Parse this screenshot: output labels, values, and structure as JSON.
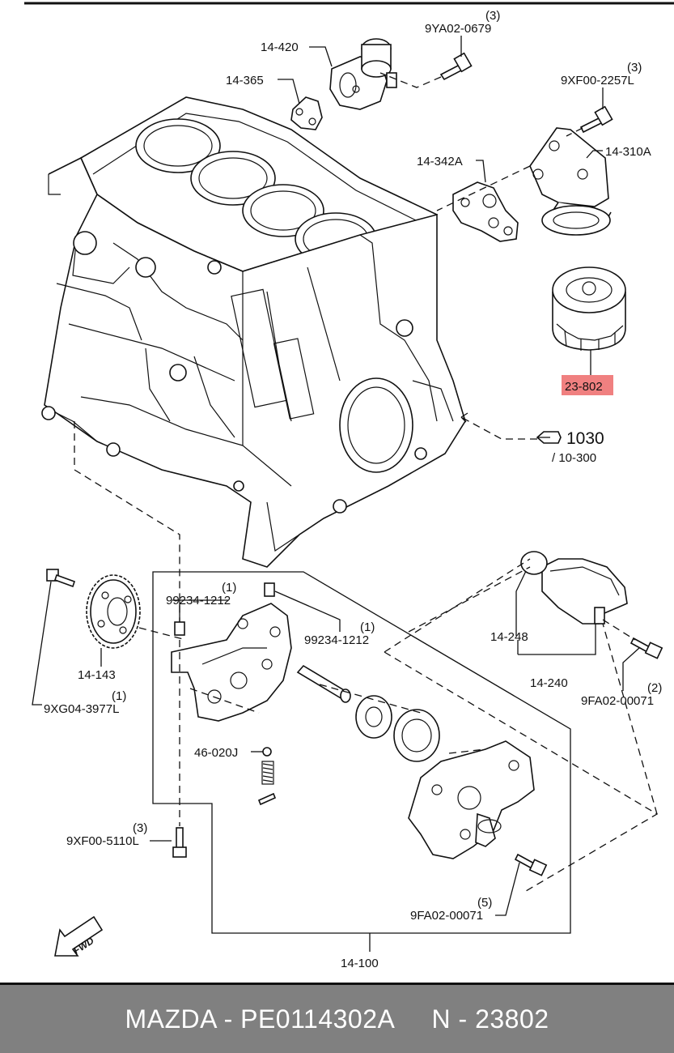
{
  "parts": {
    "p_14_420": "14-420",
    "p_14_365": "14-365",
    "p_9ya02_0679": "9YA02-0679",
    "p_9ya02_0679_qty": "(3)",
    "p_9xf00_2257l": "9XF00-2257L",
    "p_9xf00_2257l_qty": "(3)",
    "p_14_342a": "14-342A",
    "p_14_310a": "14-310A",
    "p_23_802": "23-802",
    "p_1030": "1030",
    "p_10_300": "/ 10-300",
    "p_99234_1212_a": "99234-1212",
    "p_99234_1212_a_qty": "(1)",
    "p_99234_1212_b": "99234-1212",
    "p_99234_1212_b_qty": "(1)",
    "p_14_143": "14-143",
    "p_9xg04_3977l": "9XG04-3977L",
    "p_9xg04_3977l_qty": "(1)",
    "p_14_248": "14-248",
    "p_14_240": "14-240",
    "p_9fa02_00071_a": "9FA02-00071",
    "p_9fa02_00071_a_qty": "(2)",
    "p_46_020j": "46-020J",
    "p_9xf00_5110l": "9XF00-5110L",
    "p_9xf00_5110l_qty": "(3)",
    "p_9fa02_00071_b": "9FA02-00071",
    "p_9fa02_00071_b_qty": "(5)",
    "p_14_100": "14-100",
    "fwd": "FWD"
  },
  "colors": {
    "highlight": "#f08080",
    "footer_bg": "#808080",
    "footer_text": "#ffffff"
  },
  "footer": {
    "text": "MAZDA - PE0114302A     N - 23802"
  }
}
